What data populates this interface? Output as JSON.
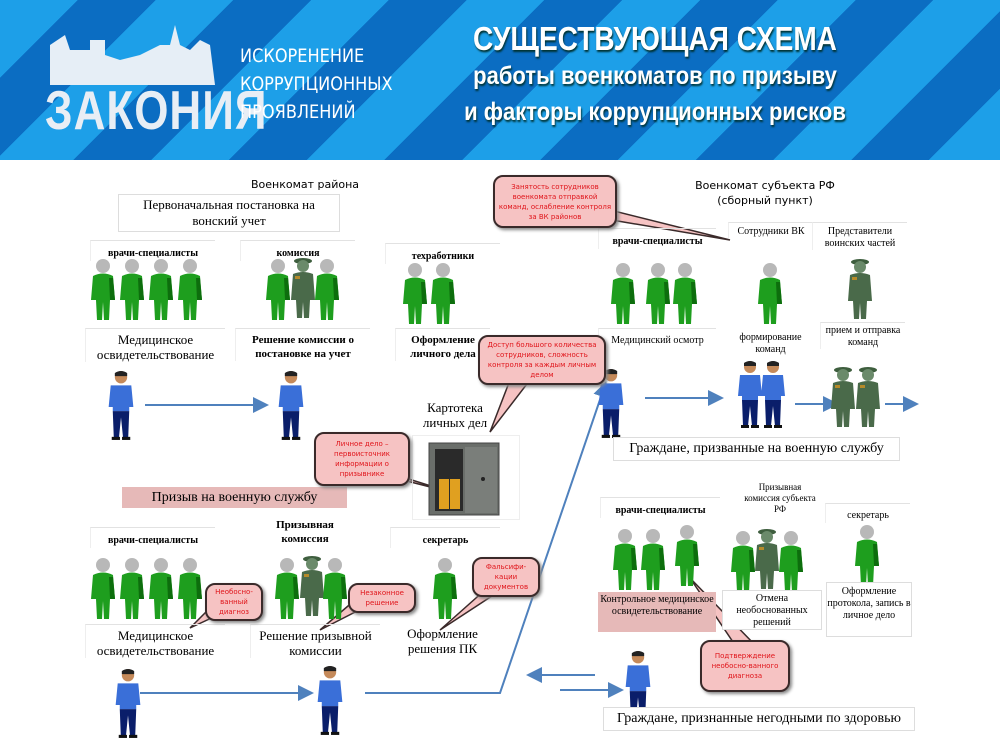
{
  "header": {
    "logo": "ЗАКОНИЯ",
    "subtitle": [
      "ИСКОРЕНЕНИЕ",
      "КОРРУПЦИОННЫХ",
      "ПРОЯВЛЕНИЙ"
    ],
    "title": "СУЩЕСТВУЮЩАЯ СХЕМА",
    "title_line2": "работы военкоматов по призыву",
    "title_line3": "и факторы коррупционных рисков"
  },
  "district": {
    "heading": "Военкомат района",
    "initial_box": "Первоначальная постановка на вонский учет",
    "top_cols": [
      "врачи-специалисты",
      "комиссия",
      "техработники"
    ],
    "top_actions": [
      "Медицинское освидетельствование",
      "Решение комиссии о постановке на учет",
      "Оформление личного дела"
    ],
    "archive": "Картотека личных дел",
    "draft_bar": "Призыв на военную службу",
    "bottom_cols": [
      "врачи-специалисты",
      "Призывная комиссия",
      "секретарь"
    ],
    "bottom_actions": [
      "Медицинское освидетельствование",
      "Решение призывной комиссии",
      "Оформление решения ПК"
    ]
  },
  "region": {
    "heading": "Военкомат субъекта РФ",
    "heading2": "(сборный пункт)",
    "top_cols": [
      "врачи-специалисты",
      "Сотрудники ВК",
      "Представители воинских частей"
    ],
    "top_actions": [
      "Медицинский осмотр",
      "формирование команд",
      "прием и отправка команд"
    ],
    "drafted": "Граждане, призванные на военную службу",
    "bottom_cols": [
      "врачи-специалисты",
      "Призывная комиссия субъекта РФ",
      "секретарь"
    ],
    "bottom_actions": [
      "Контрольное медицинское освидетельствование",
      "Отмена необоснованных решений",
      "Оформление протокола, запись в личное дело"
    ],
    "unfit": "Граждане, признанные негодными по здоровью"
  },
  "callouts": {
    "busy": "Занятость сотрудников военкомата отправкой команд, ослабление контроля за ВК районов",
    "access": "Доступ большого количества сотрудников, сложность контроля за каждым личным делом",
    "file": "Личное дело – первоисточник информации о призывнике",
    "diagnosis": "Необосно-ванный диагноз",
    "illegal": "Незаконное решение",
    "forgery": "Фальсифи-кации документов",
    "confirm": "Подтверждение необосно-ванного диагноза"
  },
  "colors": {
    "header_light": "#1d9fe8",
    "header_dark": "#0b6dc2",
    "figure_green": "#1e9e1e",
    "officer": "#4a6a4a",
    "citizen": "#3a6fd8",
    "callout": "#f6c3c3",
    "callout_text": "#e0141a",
    "pink_box": "#e6b9b8",
    "arrow": "#4f81bd"
  }
}
